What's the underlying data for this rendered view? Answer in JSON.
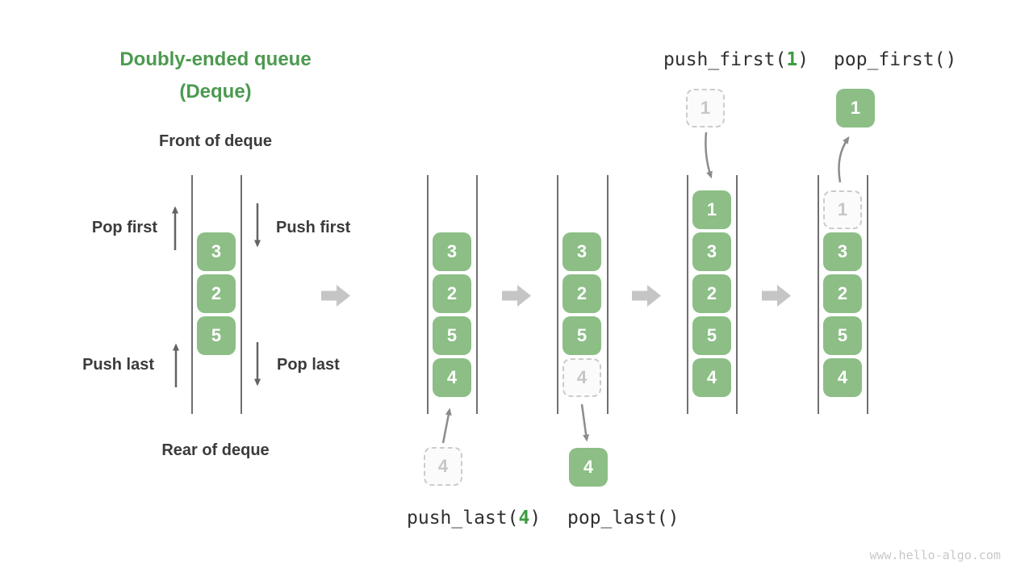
{
  "title": {
    "line1": "Doubly-ended queue",
    "line2": "(Deque)"
  },
  "front_label": "Front of deque",
  "rear_label": "Rear of deque",
  "op_labels": {
    "pop_first": "Pop first",
    "push_first": "Push first",
    "push_last": "Push last",
    "pop_last": "Pop last"
  },
  "demo_queue": {
    "items": [
      "3",
      "2",
      "5"
    ]
  },
  "states": [
    {
      "operation": "push_last",
      "cells": [
        {
          "value": "3"
        },
        {
          "value": "2"
        },
        {
          "value": "5"
        },
        {
          "value": "4"
        }
      ],
      "floating": {
        "value": "4",
        "style": "ghost",
        "position": "below"
      }
    },
    {
      "operation": "pop_last",
      "cells": [
        {
          "value": "3"
        },
        {
          "value": "2"
        },
        {
          "value": "5"
        },
        {
          "value": "4",
          "style": "ghost"
        }
      ],
      "floating": {
        "value": "4",
        "style": "solid",
        "position": "below"
      }
    },
    {
      "operation": "push_first",
      "cells": [
        {
          "value": "1"
        },
        {
          "value": "3"
        },
        {
          "value": "2"
        },
        {
          "value": "5"
        },
        {
          "value": "4"
        }
      ],
      "floating": {
        "value": "1",
        "style": "ghost",
        "position": "above"
      }
    },
    {
      "operation": "pop_first",
      "cells": [
        {
          "value": "1",
          "style": "ghost"
        },
        {
          "value": "3"
        },
        {
          "value": "2"
        },
        {
          "value": "5"
        },
        {
          "value": "4"
        }
      ],
      "floating": {
        "value": "1",
        "style": "solid",
        "position": "above"
      }
    }
  ],
  "operations": {
    "push_first": {
      "pre": "push_first(",
      "arg": "1",
      "post": ")"
    },
    "pop_first": {
      "text": "pop_first()"
    },
    "push_last": {
      "pre": "push_last(",
      "arg": "4",
      "post": ")"
    },
    "pop_last": {
      "text": "pop_last()"
    }
  },
  "watermark": "www.hello-algo.com",
  "colors": {
    "item_green": "#8CBE86",
    "title_green": "#4C9A50",
    "code_green": "#3D9C42",
    "code_text": "#303030",
    "text_dark": "#3B3B3B",
    "flow_arrow": "#C5C5C5",
    "ghost_border": "#CCCCCC",
    "ghost_text": "#C6C6C6",
    "ghost_fill": "#FBFBFB",
    "wall": "#707070",
    "op_arrow": "#636363",
    "connector": "#8C8C8C",
    "watermark": "#C8C8C8"
  }
}
